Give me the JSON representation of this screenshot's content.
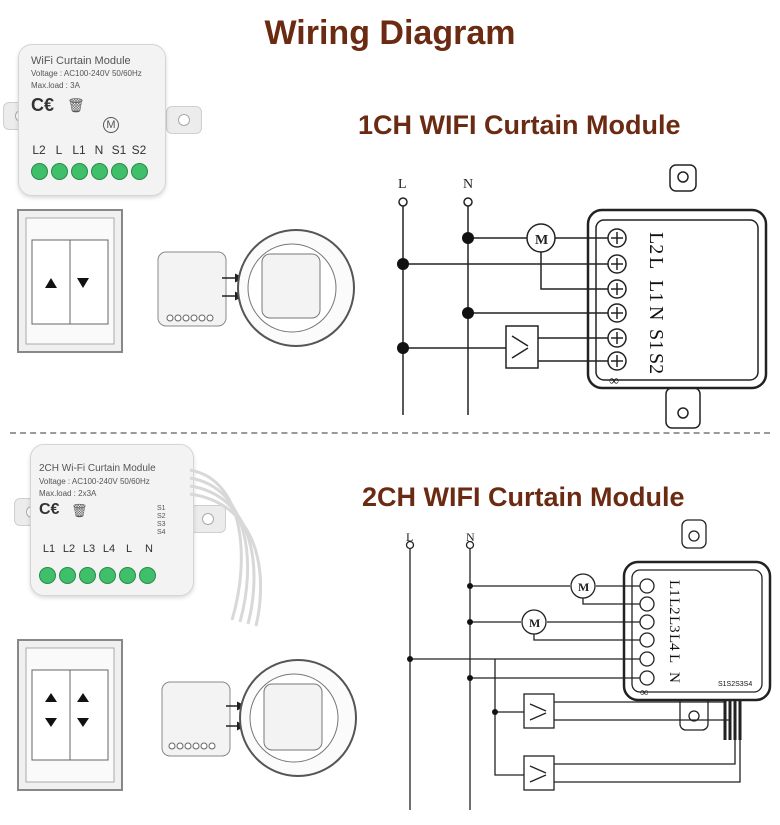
{
  "title": "Wiring Diagram",
  "section1": {
    "heading": "1CH WIFI Curtain Module",
    "product": {
      "name": "WiFi Curtain Module",
      "voltage": "Voltage : AC100-240V 50/60Hz",
      "load": "Max.load : 3A",
      "terminals": [
        "L2",
        "L",
        "L1",
        "N",
        "S1",
        "S2"
      ]
    },
    "lines": [
      "L",
      "N"
    ],
    "module_terminals": [
      "L2",
      "L",
      "L1",
      "N",
      "S1",
      "S2"
    ],
    "motor_label": "M"
  },
  "section2": {
    "heading": "2CH WIFI Curtain Module",
    "product": {
      "name": "2CH Wi-Fi Curtain Module",
      "voltage": "Voltage : AC100-240V 50/60Hz",
      "load": "Max.load : 2x3A",
      "terminals": [
        "L1",
        "L2",
        "L3",
        "L4",
        "L",
        "N"
      ],
      "switch_pins": [
        "S1",
        "S2",
        "S3",
        "S4"
      ]
    },
    "lines": [
      "L",
      "N"
    ],
    "module_terminals": [
      "L1",
      "L2",
      "L3",
      "L4",
      "L",
      "N"
    ],
    "motor_label": "M",
    "strip_label": "S1S2S3S4"
  },
  "colors": {
    "heading": "#6b2a12",
    "terminal": "#3fbf6a",
    "wire": "#222222"
  }
}
